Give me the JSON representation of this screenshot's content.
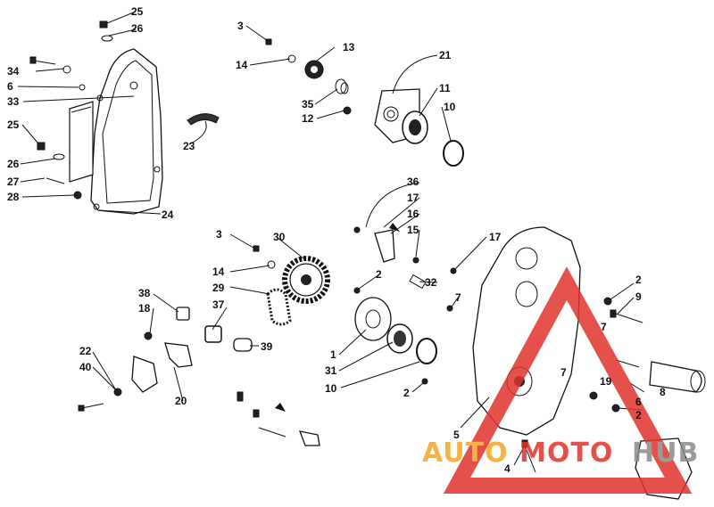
{
  "labels": {
    "p25a": "25",
    "p26a": "26",
    "p34": "34",
    "p6a": "6",
    "p33": "33",
    "p25b": "25",
    "p26b": "26",
    "p27": "27",
    "p28": "28",
    "p24": "24",
    "p23": "23",
    "p3a": "3",
    "p14a": "14",
    "p13": "13",
    "p35": "35",
    "p12": "12",
    "p21": "21",
    "p11": "11",
    "p10a": "10",
    "p36": "36",
    "p17a": "17",
    "p16": "16",
    "p15": "15",
    "p17b": "17",
    "p3b": "3",
    "p30": "30",
    "p14b": "14",
    "p29": "29",
    "p2a": "2",
    "p32": "32",
    "p7a": "7",
    "p38": "38",
    "p18": "18",
    "p37": "37",
    "p39": "39",
    "p1": "1",
    "p31": "31",
    "p10b": "10",
    "p22": "22",
    "p40": "40",
    "p20": "20",
    "p2b": "2",
    "p2c": "2",
    "p9": "9",
    "p7b": "7",
    "p7c": "7",
    "p19": "19",
    "p8": "8",
    "p6b": "6",
    "p2d": "2",
    "p5": "5",
    "p4": "4"
  },
  "watermark": {
    "word_part1": "AUTO",
    "word_part2": "MOTO",
    "word_part3": "HUB",
    "colors": {
      "red": "#e0332b",
      "orange": "#f5a623",
      "gray": "#8a8a8a"
    }
  }
}
